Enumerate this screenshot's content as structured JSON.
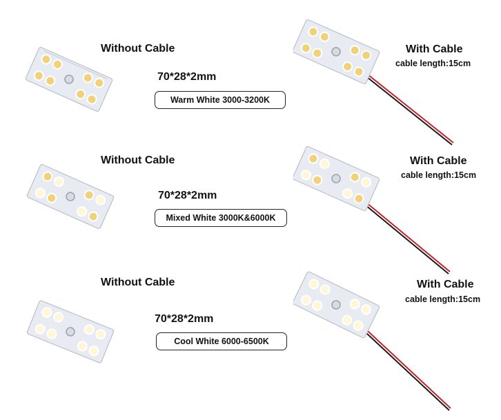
{
  "rows": [
    {
      "without_cable": "Without Cable",
      "dimensions": "70*28*2mm",
      "color_temp": "Warm White  3000-3200K",
      "with_cable": "With Cable",
      "cable_length": "cable length:15cm"
    },
    {
      "without_cable": "Without Cable",
      "dimensions": "70*28*2mm",
      "color_temp": "Mixed White 3000K&6000K",
      "with_cable": "With Cable",
      "cable_length": "cable length:15cm"
    },
    {
      "without_cable": "Without Cable",
      "dimensions": "70*28*2mm",
      "color_temp": "Cool White 6000-6500K",
      "with_cable": "With Cable",
      "cable_length": "cable length:15cm"
    }
  ],
  "colors": {
    "board": "#e8ecf2",
    "board_edge": "#b9c0cc",
    "led_warm": "#f1d27a",
    "led_cool": "#fff7d6",
    "led_rim": "#ffffff",
    "wire_red": "#c8202a",
    "wire_black": "#1a1a1a"
  }
}
